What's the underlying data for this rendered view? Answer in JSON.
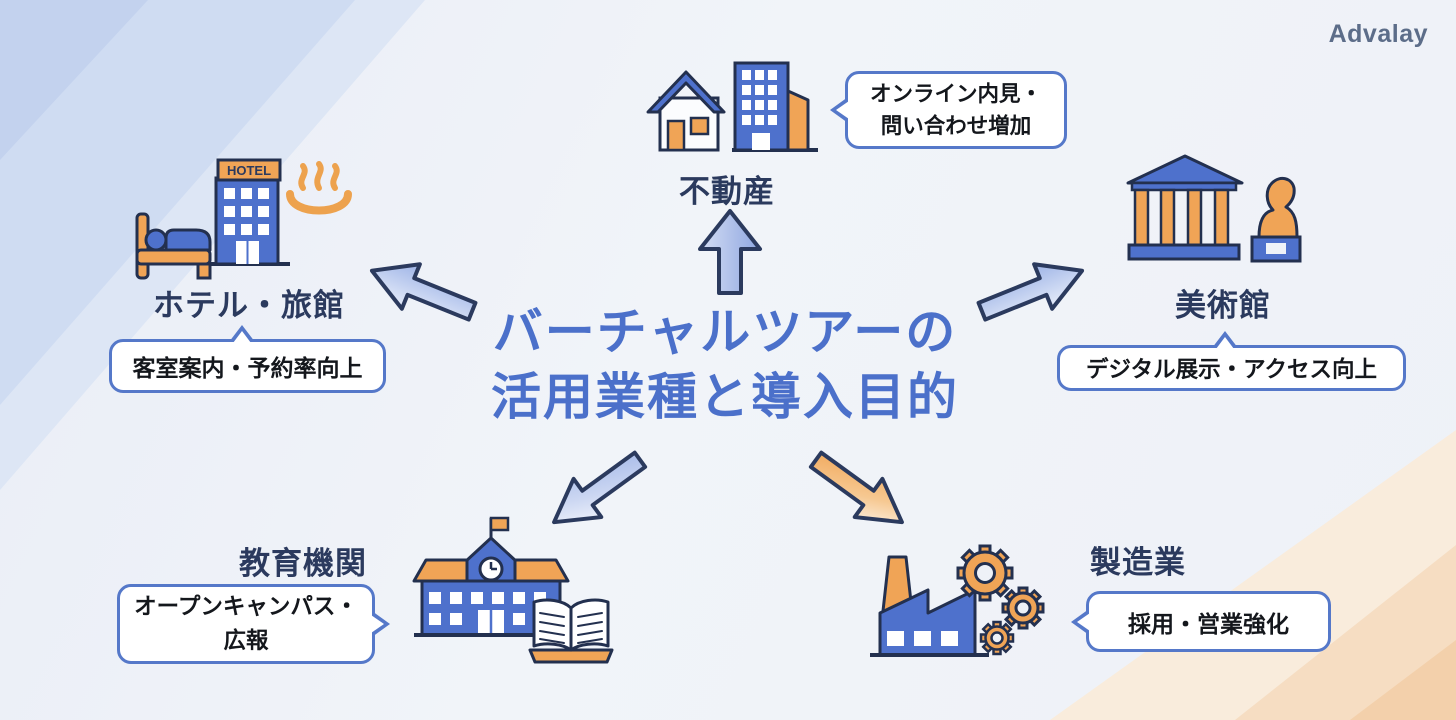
{
  "brand": "Advalay",
  "title": {
    "line1": "バーチャルツアーの",
    "line2": "活用業種と導入目的"
  },
  "nodes": {
    "real_estate": {
      "label": "不動産",
      "bubble": "オンライン内見・\n問い合わせ増加"
    },
    "hotel": {
      "label": "ホテル・旅館",
      "bubble": "客室案内・予約率向上",
      "sign": "HOTEL"
    },
    "museum": {
      "label": "美術館",
      "bubble": "デジタル展示・アクセス向上"
    },
    "education": {
      "label": "教育機関",
      "bubble": "オープンキャンパス・\n広報"
    },
    "manufacturing": {
      "label": "製造業",
      "bubble": "採用・営業強化"
    }
  },
  "colors": {
    "icon_blue": "#4e71cc",
    "icon_orange": "#f0a456",
    "outline_navy": "#23304f",
    "label_navy": "#2b3a5e",
    "title_blue": "#4b70ca",
    "bubble_border": "#5578c9",
    "background": "#eef1f7",
    "bg_blue_tint": "#c3d2ee",
    "bg_peach_tint": "#f6ddc2",
    "arrow_blue": "#a9bde9",
    "arrow_orange": "#efa04e",
    "brand_gray": "#5c6d89"
  }
}
